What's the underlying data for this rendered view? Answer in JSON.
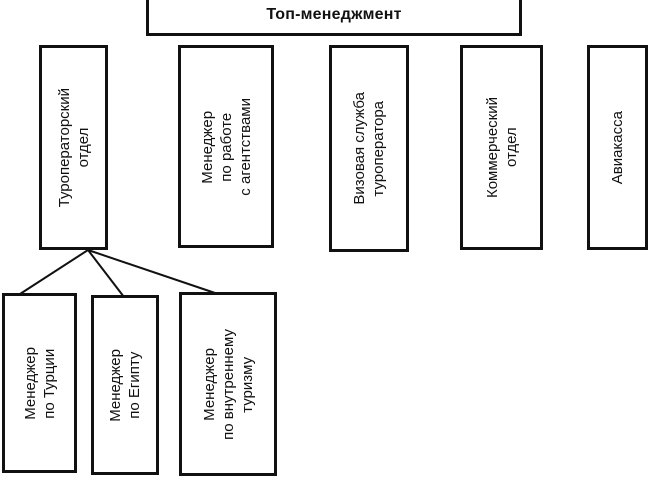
{
  "top": {
    "label": "Топ-менеджмент"
  },
  "departments": [
    {
      "label": "Туроператорский\nотдел"
    },
    {
      "label": "Менеджер\nпо работе\nс агентствами"
    },
    {
      "label": "Визовая служба\nтуроператора"
    },
    {
      "label": "Коммерческий\nотдел"
    },
    {
      "label": "Авиакасса"
    }
  ],
  "sub_managers": [
    {
      "label": "Менеджер\nпо Турции"
    },
    {
      "label": "Менеджер\nпо Египту"
    },
    {
      "label": "Менеджер\nпо внутреннему\nтуризму"
    }
  ]
}
